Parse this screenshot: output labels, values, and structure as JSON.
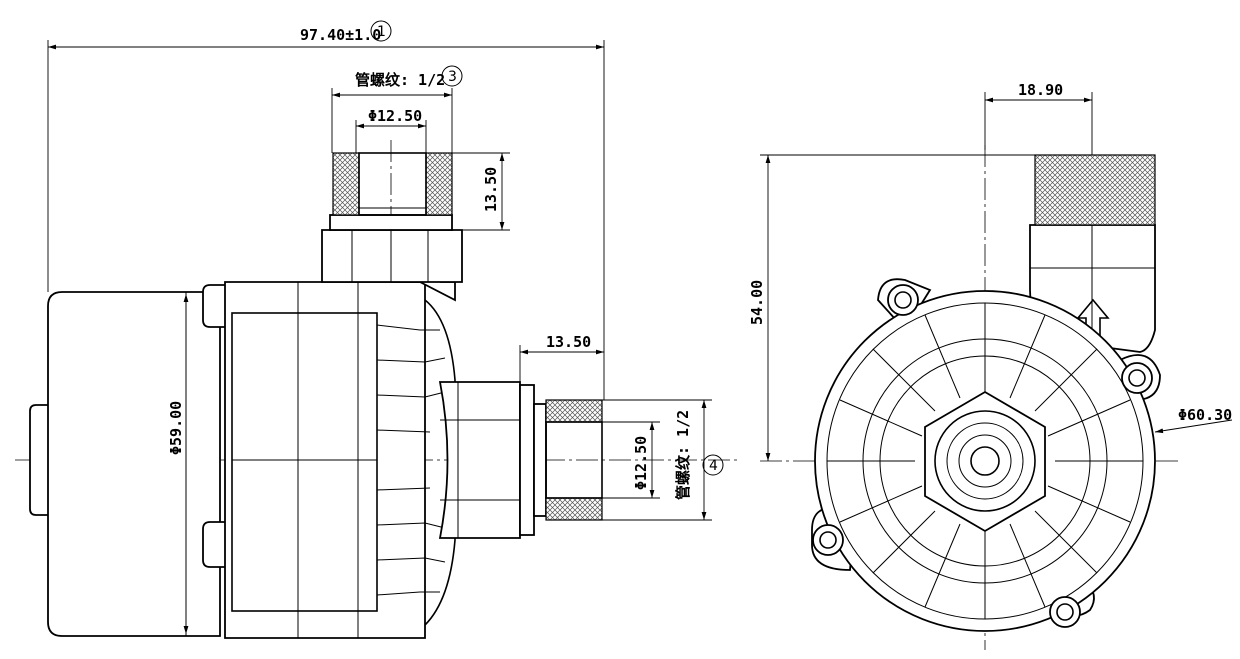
{
  "dimensions": {
    "overall_length": "97.40±1.0",
    "top_thread_spec": "管螺纹: 1/2",
    "top_inner_diameter": "Φ12.50",
    "top_thread_length": "13.50",
    "side_thread_length": "13.50",
    "side_inner_diameter": "Φ12.50",
    "side_thread_spec": "管螺纹: 1/2",
    "body_diameter": "Φ59.00",
    "height_to_outlet": "54.00",
    "outlet_offset": "18.90",
    "volute_diameter": "Φ60.30"
  },
  "callouts": {
    "c1": "1",
    "c3": "3",
    "c4": "4"
  }
}
